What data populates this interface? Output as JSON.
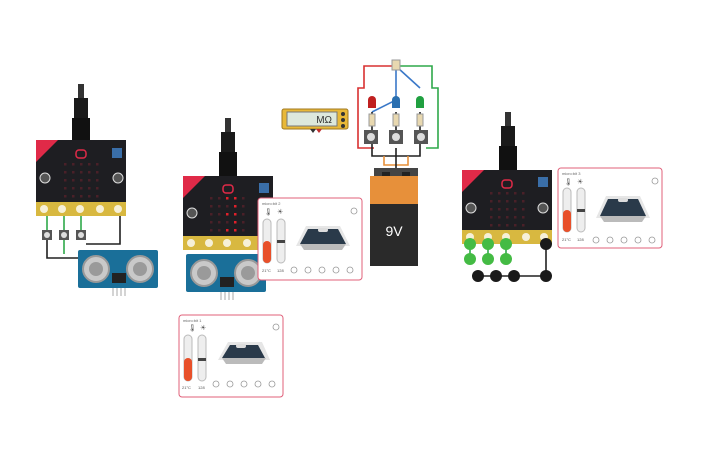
{
  "multimeter": {
    "unit": "MΩ"
  },
  "battery": {
    "label": "9V"
  },
  "panels": [
    {
      "title": "micro:bit 1",
      "temp_label": "21°C",
      "light_label": "128"
    },
    {
      "title": "micro:bit 2",
      "temp_label": "21°C",
      "light_label": "128"
    },
    {
      "title": "micro:bit 3",
      "temp_label": "21°C",
      "light_label": "128"
    }
  ],
  "colors": {
    "microbit_board": "#1e1e22",
    "edge_connector": "#d8b840",
    "ultrasonic_board": "#1a6f99",
    "battery_body": "#2a2a2a",
    "battery_top": "#e7903a",
    "panel_border": "#e0607a",
    "wire_green": "#2ea84a",
    "wire_red": "#d83030",
    "wire_black": "#202020",
    "wire_blue": "#3a78c8",
    "led_red": "#c02020",
    "led_blue": "#2a6fb0",
    "led_green": "#20a040",
    "slider_temp": "#e8502a"
  }
}
